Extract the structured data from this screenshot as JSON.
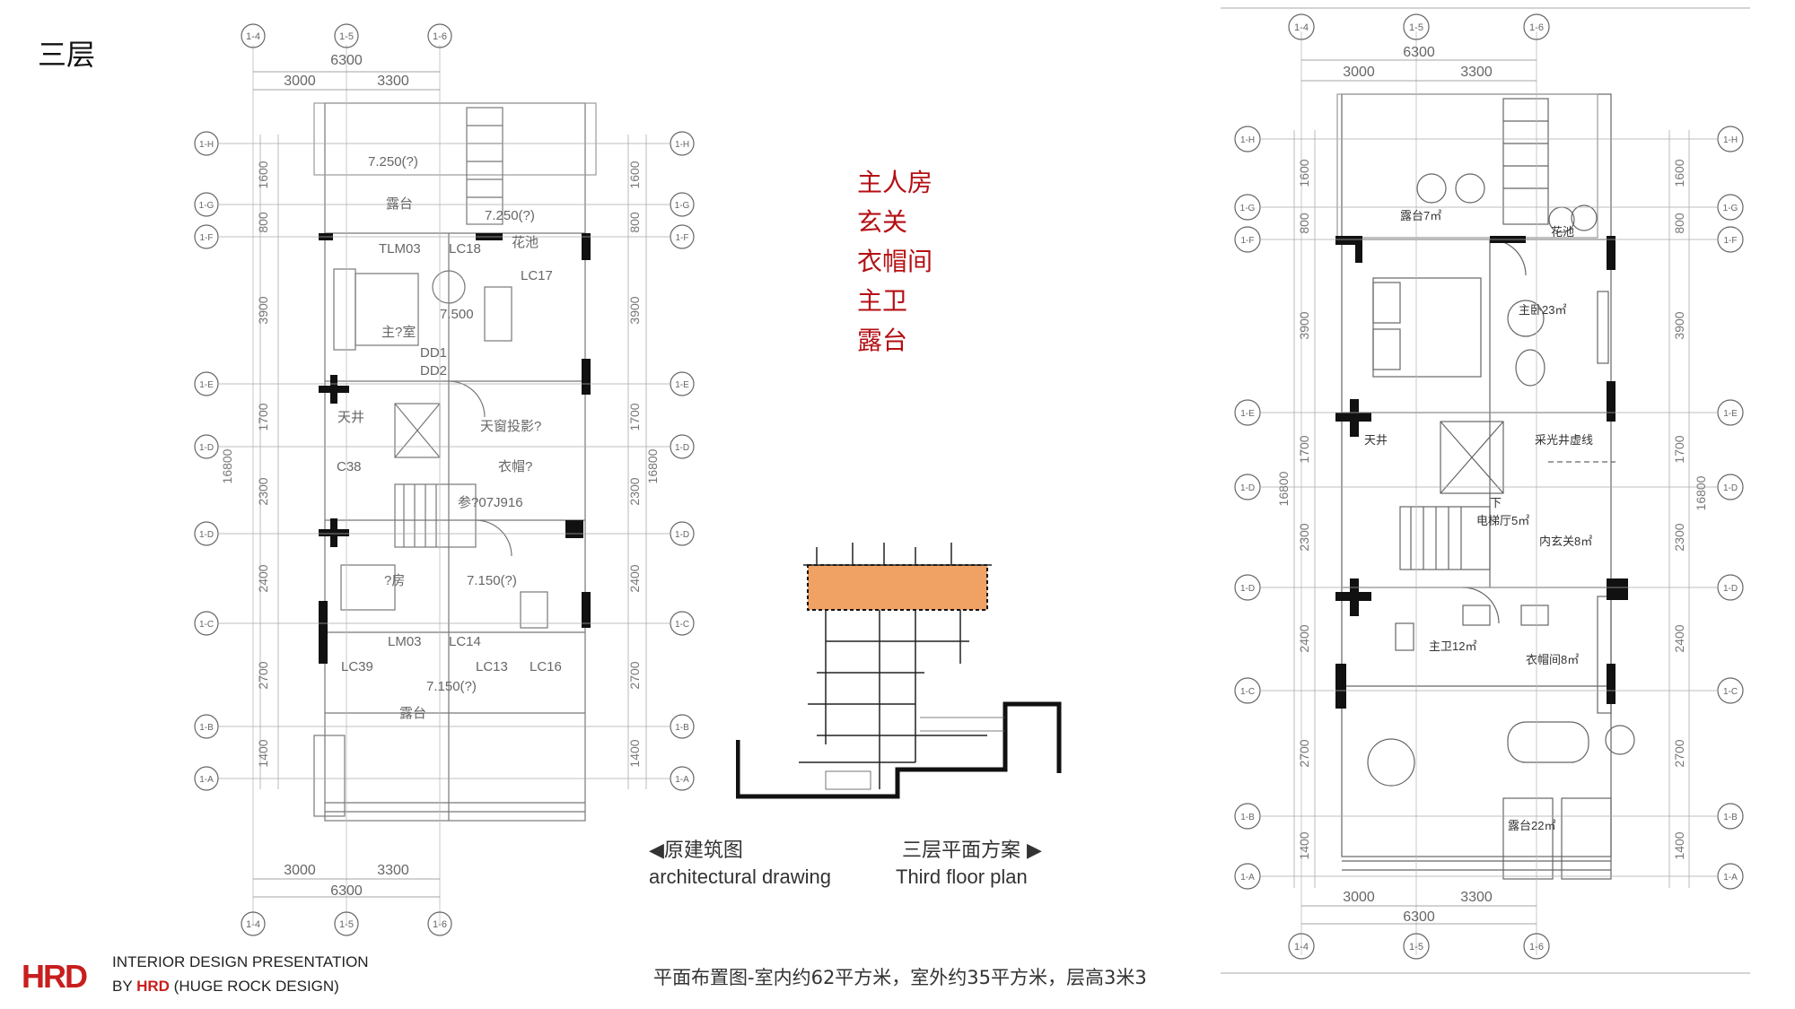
{
  "page_title": "三层",
  "rooms": [
    "主人房",
    "玄关",
    "衣帽间",
    "主卫",
    "露台"
  ],
  "captions": {
    "left_zh": "◀原建筑图",
    "left_en": "architectural drawing",
    "right_zh": "三层平面方案 ▶",
    "right_en": "Third floor plan"
  },
  "footer_note": "平面布置图-室内约62平方米，室外约35平方米，层高3米3",
  "brand": {
    "logo_text": "HRD",
    "line1": "INTERIOR DESIGN PRESENTATION",
    "line2_prefix": "BY ",
    "line2_brand": "HRD",
    "line2_suffix": " (HUGE ROCK DESIGN)"
  },
  "left_plan": {
    "axes_top": [
      "1-4",
      "1-5",
      "1-6"
    ],
    "axes_side": [
      "1-H",
      "1-G",
      "1-F",
      "1-E",
      "1-D",
      "1-D",
      "1-C",
      "1-B",
      "1-A"
    ],
    "dims_top_total": "6300",
    "dims_top": [
      "3000",
      "3300"
    ],
    "dims_side": [
      "1600",
      "800",
      "3900",
      "1700",
      "2300",
      "2400",
      "2700",
      "1400"
    ],
    "dims_side_total": "16800",
    "labels": [
      "7.250(?)",
      "露台",
      "7.250(?)",
      "花池",
      "TLM03",
      "LC18",
      "LC17",
      "7.500",
      "主?室",
      "DD1",
      "DD2",
      "天井",
      "天窗投影?",
      "C38",
      "衣帽?",
      "参?07J916",
      "?房",
      "7.150(?)",
      "LM03",
      "LC14",
      "LC39",
      "LC13",
      "LC16",
      "7.150(?)",
      "露台"
    ]
  },
  "right_plan": {
    "axes_top": [
      "1-4",
      "1-5",
      "1-6"
    ],
    "axes_side": [
      "1-H",
      "1-G",
      "1-F",
      "1-E",
      "1-D",
      "1-D",
      "1-C",
      "1-B",
      "1-A"
    ],
    "dims_top_total": "6300",
    "dims_top": [
      "3000",
      "3300"
    ],
    "dims_side": [
      "1600",
      "800",
      "3900",
      "1700",
      "2300",
      "2400",
      "2700",
      "1400"
    ],
    "dims_side_total": "16800",
    "labels": [
      "露台7㎡",
      "花池",
      "主卧23㎡",
      "天井",
      "采光井虚线",
      "下",
      "电梯厅5㎡",
      "内玄关8㎡",
      "主卫12㎡",
      "衣帽间8㎡",
      "露台22㎡"
    ]
  },
  "colors": {
    "accent": "#b40f14",
    "highlight": "#f0a264",
    "line": "#555555"
  }
}
